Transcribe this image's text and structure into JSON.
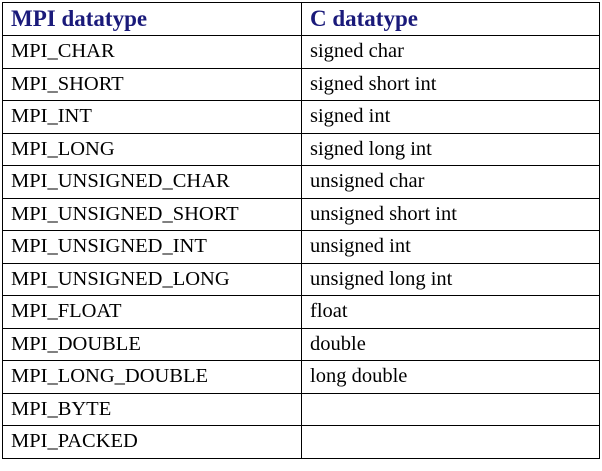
{
  "table": {
    "headers": [
      "MPI datatype",
      "C datatype"
    ],
    "rows": [
      [
        "MPI_CHAR",
        "signed char"
      ],
      [
        "MPI_SHORT",
        "signed short int"
      ],
      [
        "MPI_INT",
        "signed int"
      ],
      [
        "MPI_LONG",
        "signed long int"
      ],
      [
        "MPI_UNSIGNED_CHAR",
        "unsigned char"
      ],
      [
        "MPI_UNSIGNED_SHORT",
        "unsigned short int"
      ],
      [
        "MPI_UNSIGNED_INT",
        "unsigned int"
      ],
      [
        "MPI_UNSIGNED_LONG",
        "unsigned long int"
      ],
      [
        "MPI_FLOAT",
        "float"
      ],
      [
        "MPI_DOUBLE",
        "double"
      ],
      [
        "MPI_LONG_DOUBLE",
        "long double"
      ],
      [
        "MPI_BYTE",
        ""
      ],
      [
        "MPI_PACKED",
        ""
      ]
    ]
  },
  "colors": {
    "header_text": "#1a1a7a",
    "body_text": "#000000",
    "border": "#000000"
  }
}
